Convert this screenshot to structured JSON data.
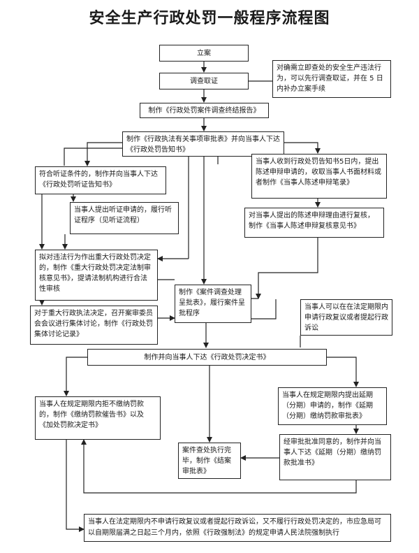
{
  "title": "安全生产行政处罚一般程序流程图",
  "nodes": {
    "lian": "立案",
    "diaocha": "调查取证",
    "side_note": "对确需立即查处的安全生产违法行为，可以先行调查取证，并在 5 日内补办立案手续",
    "zhongjie": "制作《行政处罚案件调查终结报告》",
    "shenpi": "制作《行政执法有关事项审批表》并向当事人下达《行政处罚告知书》",
    "tingzheng": "符合听证条件的，制作并向当事人下达《行政处罚听证告知书》",
    "chenshu": "当事人收到行政处罚告知书5日内，提出陈述申辩申请的，收取当事人书面材料或者制作《当事人陈述申辩笔录》",
    "lvxing": "当事人提出听证申请的，履行听证程序（见听证流程）",
    "fuhe": "对当事人提出的陈述申辩理由进行复核，制作《当事人陈述申辩复核意见书》",
    "zhongda": "拟对违法行为作出重大行政处罚决定的，制作《重大行政处罚决定法制审核意见书》，提请法制机构进行合法性审核",
    "chengpi": "制作《案件调查处理呈批表》，履行案件呈批程序",
    "jiti": "对于重大行政执法决定，召开案审委员会会议进行集体讨论，制作《行政处罚集体讨论记录》",
    "fuyi": "当事人可以在在法定期限内申请行政复议或者提起行政诉讼",
    "jueding": "制作并向当事人下达《行政处罚决定书》",
    "jujiao": "当事人在规定期限内拒不缴纳罚款的，制作《缴纳罚款催告书》以及《加处罚款决定书》",
    "yanqi": "当事人在规定期限内提出延期（分期）申请的，制作《延期（分期）缴纳罚款审批表》",
    "jiean": "案件查处执行完毕，制作《结案审批表》",
    "pizhun": "经审批批准同意的，制作并向当事人下达《延期（分期）缴纳罚款批准书》",
    "qiangzhi": "当事人在法定期限内不申请行政复议或者提起行政诉讼，又不履行行政处罚决定的，市应急局可以自期限届满之日起三个月内，依照《行政强制法》的规定申请人民法院强制执行"
  }
}
